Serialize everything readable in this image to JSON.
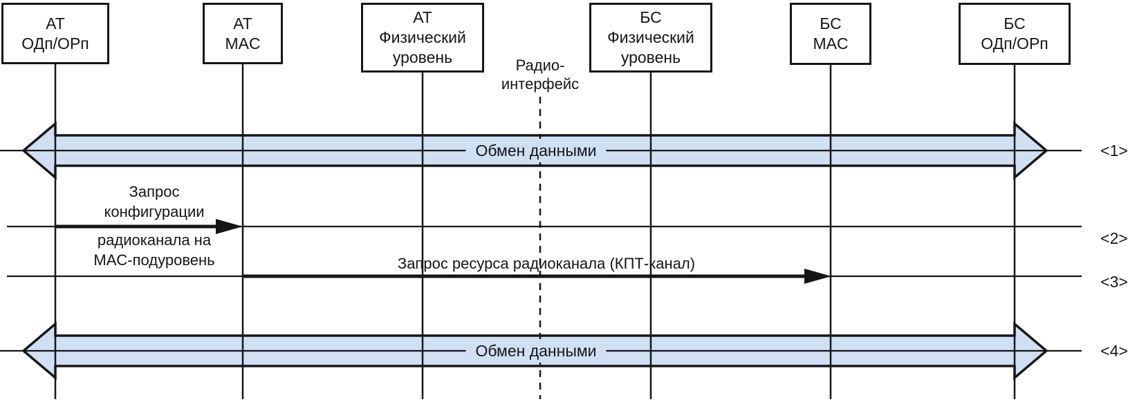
{
  "entities": [
    {
      "label": "АТ\nОДп/ОРп"
    },
    {
      "label": "АТ\nMAC"
    },
    {
      "label": "АТ\nФизический\nуровень"
    },
    {
      "label": "БС\nФизический\nуровень"
    },
    {
      "label": "БС\nMAC"
    },
    {
      "label": "БС\nОДп/ОРп"
    }
  ],
  "radio_interface": {
    "label": "Радио-\nинтерфейс"
  },
  "messages": [
    {
      "id": "<1>",
      "label": "Обмен данными",
      "direction": "both",
      "from": "АТ ОДп/ОРп",
      "to": "БС ОДп/ОРп"
    },
    {
      "id": "<2>",
      "label_top": "Запрос\nконфигурации",
      "label_bottom": "радиоканала на\nMAC-подуровень",
      "direction": "right",
      "from": "АТ ОДп/ОРп",
      "to": "АТ MAC"
    },
    {
      "id": "<3>",
      "label": "Запрос ресурса радиоканала (КПТ-канал)",
      "direction": "right",
      "from": "АТ MAC",
      "to": "БС MAC"
    },
    {
      "id": "<4>",
      "label": "Обмен данными",
      "direction": "both",
      "from": "АТ ОДп/ОРп",
      "to": "БС ОДп/ОРп"
    }
  ],
  "colors": {
    "arrow_fill": "#cfe0f2",
    "line": "#161616"
  }
}
